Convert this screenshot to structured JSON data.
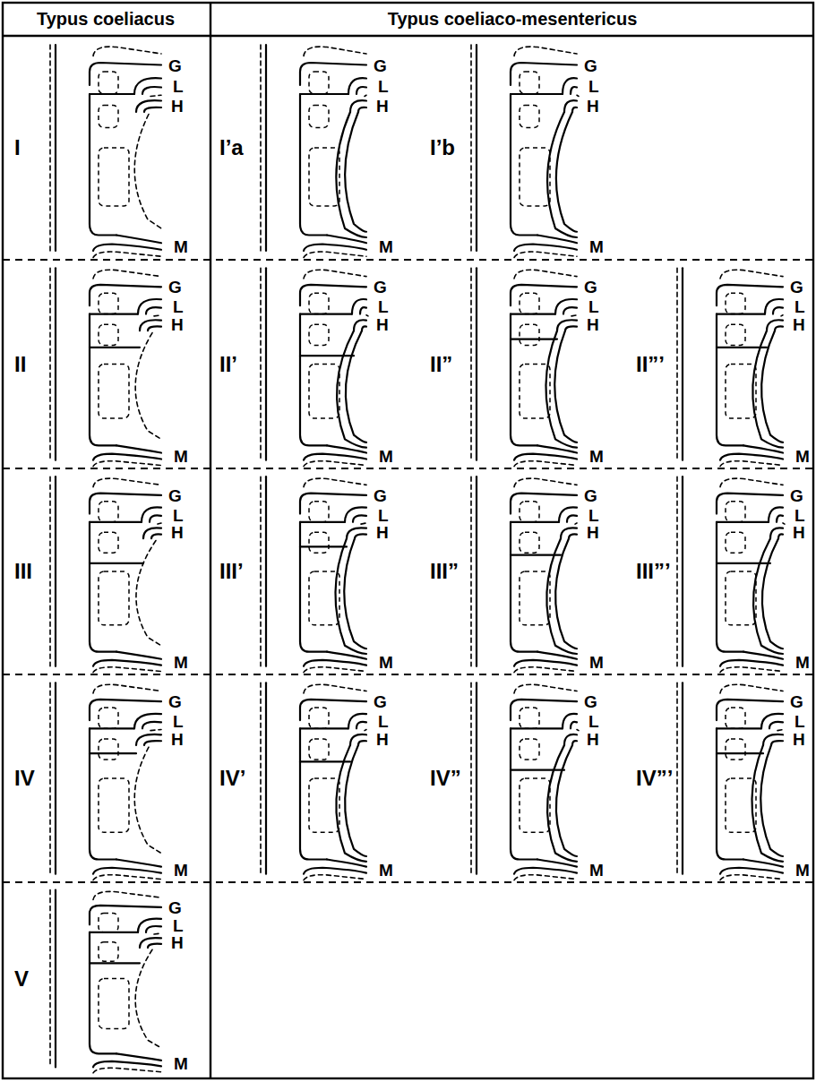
{
  "diagram": {
    "labels": [
      "Typus coeliacus",
      "Typus coeliaco-mesentericus",
      "I",
      "G",
      "L",
      "H",
      "M",
      "I’a",
      "G",
      "L",
      "H",
      "M",
      "I’b",
      "G",
      "L",
      "H",
      "M",
      "II",
      "G",
      "L",
      "H",
      "M",
      "II’",
      "G",
      "L",
      "H",
      "M",
      "II”",
      "G",
      "L",
      "H",
      "M",
      "II”’",
      "G",
      "L",
      "H",
      "M",
      "III",
      "G",
      "L",
      "H",
      "M",
      "III’",
      "G",
      "L",
      "H",
      "M",
      "III”",
      "G",
      "L",
      "H",
      "M",
      "III”’",
      "G",
      "L",
      "H",
      "M",
      "IV",
      "G",
      "L",
      "H",
      "M",
      "IV’",
      "G",
      "L",
      "H",
      "M",
      "IV”",
      "G",
      "L",
      "H",
      "M",
      "IV”’",
      "G",
      "L",
      "H",
      "M",
      "V",
      "G",
      "L",
      "H",
      "M"
    ]
  }
}
